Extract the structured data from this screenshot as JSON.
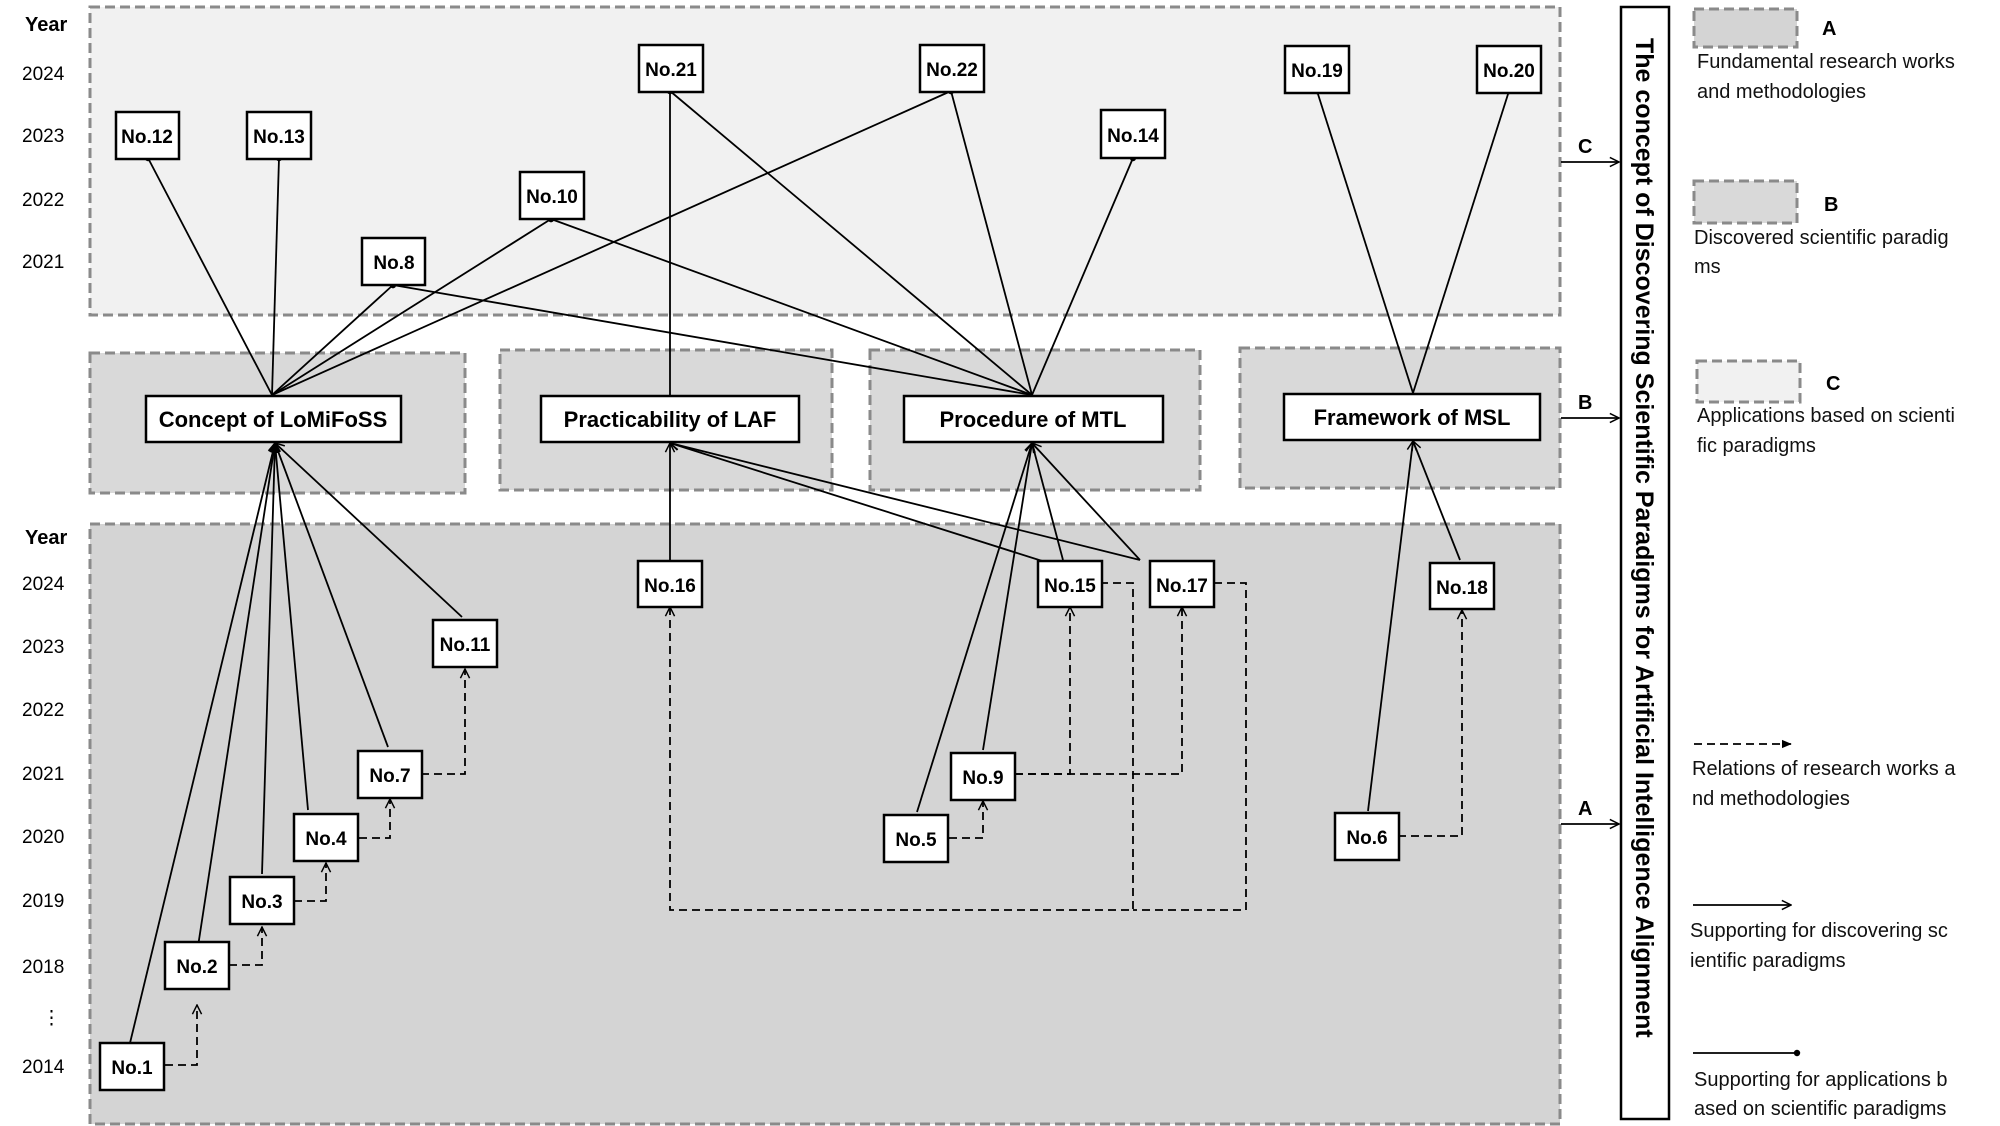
{
  "years_header": "Year",
  "top_years": [
    "2024",
    "2023",
    "2022",
    "2021"
  ],
  "bottom_years": [
    "2024",
    "2023",
    "2022",
    "2021",
    "2020",
    "2019",
    "2018",
    "⋮",
    "2014"
  ],
  "works": {
    "n1": "No.1",
    "n2": "No.2",
    "n3": "No.3",
    "n4": "No.4",
    "n5": "No.5",
    "n6": "No.6",
    "n7": "No.7",
    "n8": "No.8",
    "n9": "No.9",
    "n10": "No.10",
    "n11": "No.11",
    "n12": "No.12",
    "n13": "No.13",
    "n14": "No.14",
    "n15": "No.15",
    "n16": "No.16",
    "n17": "No.17",
    "n18": "No.18",
    "n19": "No.19",
    "n20": "No.20",
    "n21": "No.21",
    "n22": "No.22"
  },
  "paradigms": {
    "lomifoss": "Concept of LoMiFoSS",
    "laf": "Practicability of LAF",
    "mtl": "Procedure of MTL",
    "msl": "Framework of MSL"
  },
  "layer_labels": {
    "a": "A",
    "b": "B",
    "c": "C"
  },
  "title": "The concept of  Discovering Scientific Paradigms for Artificial Intelligence Alignment",
  "legend": {
    "a_key": "A",
    "a_text": [
      "Fundamental research works",
      "and methodologies"
    ],
    "b_key": "B",
    "b_text": [
      "Discovered  scientific  paradig",
      "ms"
    ],
    "c_key": "C",
    "c_text": [
      "Applications based on scienti",
      "fic paradigms"
    ],
    "dashed_text": [
      "Relations of research works a",
      "nd methodologies"
    ],
    "solid_text": [
      "Supporting for discovering sc",
      "ientific paradigms"
    ],
    "dot_text": [
      "Supporting for applications b",
      "ased on scientific paradigms"
    ]
  }
}
